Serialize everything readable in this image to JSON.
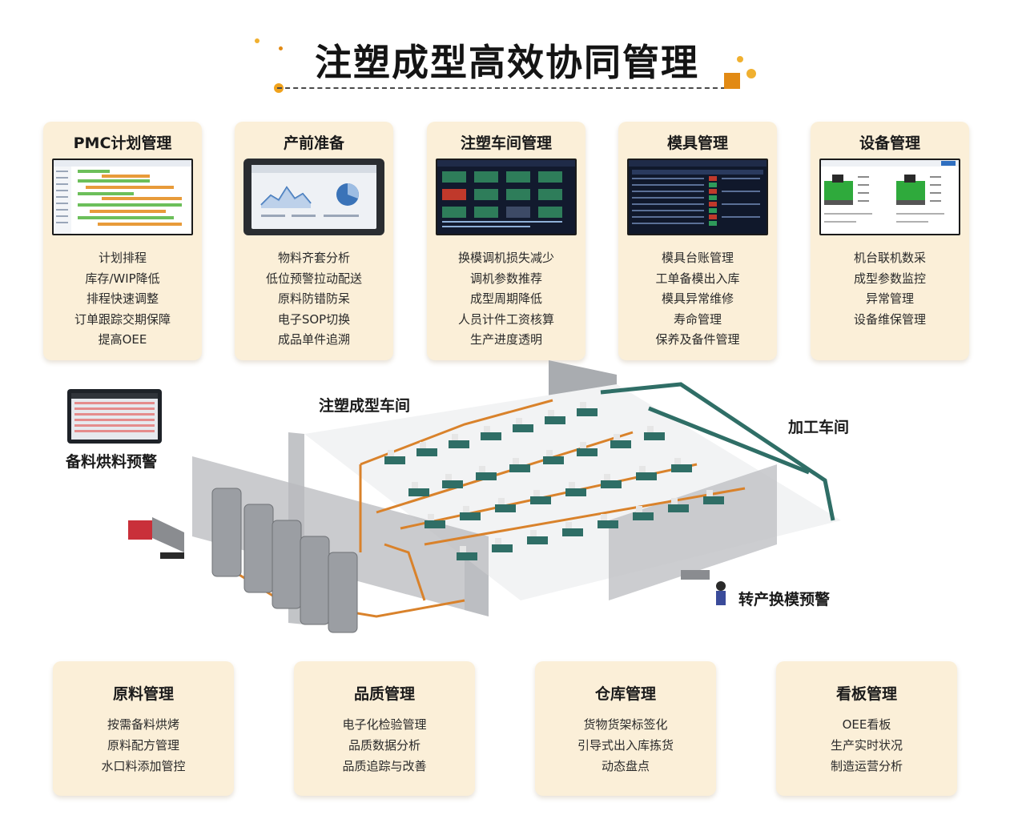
{
  "title": "注塑成型高效协同管理",
  "colors": {
    "card_bg": "#fbefd8",
    "accent_orange": "#e28a14",
    "pipe": "#d9822b",
    "machine_teal": "#2f6e66"
  },
  "top_cards": [
    {
      "title": "PMC计划管理",
      "screen": "gantt-chart-screenshot",
      "items": [
        "计划排程",
        "库存/WIP降低",
        "排程快速调整",
        "订单跟踪交期保障",
        "提高OEE"
      ]
    },
    {
      "title": "产前准备",
      "screen": "tablet-dashboard-screenshot",
      "items": [
        "物料齐套分析",
        "低位预警拉动配送",
        "原料防错防呆",
        "电子SOP切换",
        "成品单件追溯"
      ]
    },
    {
      "title": "注塑车间管理",
      "screen": "workshop-board-screenshot",
      "items": [
        "换模调机损失减少",
        "调机参数推荐",
        "成型周期降低",
        "人员计件工资核算",
        "生产进度透明"
      ]
    },
    {
      "title": "模具管理",
      "screen": "mold-table-screenshot",
      "items": [
        "模具台账管理",
        "工单备模出入库",
        "模具异常维修",
        "寿命管理",
        "保养及备件管理"
      ]
    },
    {
      "title": "设备管理",
      "screen": "machine-status-screenshot",
      "items": [
        "机台联机数采",
        "成型参数监控",
        "异常管理",
        "设备维保管理"
      ]
    }
  ],
  "factory": {
    "labels": {
      "workshop": "注塑成型车间",
      "processing": "加工车间",
      "drying": "备料烘料预警",
      "mold_change": "转产换模预警"
    }
  },
  "bottom_cards": [
    {
      "title": "原料管理",
      "items": [
        "按需备料烘烤",
        "原料配方管理",
        "水口料添加管控"
      ]
    },
    {
      "title": "品质管理",
      "items": [
        "电子化检验管理",
        "品质数据分析",
        "品质追踪与改善"
      ]
    },
    {
      "title": "仓库管理",
      "items": [
        "货物货架标签化",
        "引导式出入库拣货",
        "动态盘点"
      ]
    },
    {
      "title": "看板管理",
      "items": [
        "OEE看板",
        "生产实时状况",
        "制造运营分析"
      ]
    }
  ]
}
